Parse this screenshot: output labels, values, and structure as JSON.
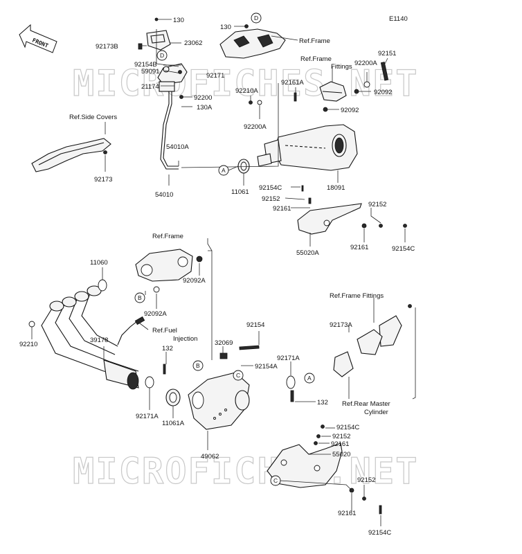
{
  "diagram_code": "E1140",
  "front_label": "FRONT",
  "watermark": "MICROFICHES.NET",
  "ref_callouts": [
    "A",
    "B",
    "C",
    "D"
  ],
  "labels": [
    {
      "id": "130-top",
      "text": "130"
    },
    {
      "id": "92173B",
      "text": "92173B"
    },
    {
      "id": "23062",
      "text": "23062"
    },
    {
      "id": "130-d",
      "text": "130"
    },
    {
      "id": "ref-frame-top",
      "text": "Ref.Frame"
    },
    {
      "id": "92154B",
      "text": "92154B"
    },
    {
      "id": "59091",
      "text": "59091"
    },
    {
      "id": "92171",
      "text": "92171"
    },
    {
      "id": "21174",
      "text": "21174"
    },
    {
      "id": "92200",
      "text": "92200"
    },
    {
      "id": "130A",
      "text": "130A"
    },
    {
      "id": "ref-frame-fittings-1",
      "text": "Ref.Frame"
    },
    {
      "id": "ref-frame-fittings-2",
      "text": "Fittings"
    },
    {
      "id": "92151",
      "text": "92151"
    },
    {
      "id": "92200A-right",
      "text": "92200A"
    },
    {
      "id": "92092-a",
      "text": "92092"
    },
    {
      "id": "92210A",
      "text": "92210A"
    },
    {
      "id": "92161A",
      "text": "92161A"
    },
    {
      "id": "92092-b",
      "text": "92092"
    },
    {
      "id": "92200A-left",
      "text": "92200A"
    },
    {
      "id": "ref-side-covers",
      "text": "Ref.Side Covers"
    },
    {
      "id": "92173",
      "text": "92173"
    },
    {
      "id": "54010A",
      "text": "54010A"
    },
    {
      "id": "54010",
      "text": "54010"
    },
    {
      "id": "11061",
      "text": "11061"
    },
    {
      "id": "18091",
      "text": "18091"
    },
    {
      "id": "92154C-a",
      "text": "92154C"
    },
    {
      "id": "92152-a",
      "text": "92152"
    },
    {
      "id": "92161-a",
      "text": "92161"
    },
    {
      "id": "92152-b",
      "text": "92152"
    },
    {
      "id": "55020A",
      "text": "55020A"
    },
    {
      "id": "92161-b",
      "text": "92161"
    },
    {
      "id": "92154C-b",
      "text": "92154C"
    },
    {
      "id": "ref-frame-mid",
      "text": "Ref.Frame"
    },
    {
      "id": "11060",
      "text": "11060"
    },
    {
      "id": "92092A-a",
      "text": "92092A"
    },
    {
      "id": "92092A-b",
      "text": "92092A"
    },
    {
      "id": "ref-frame-fittings-right",
      "text": "Ref.Frame Fittings"
    },
    {
      "id": "ref-fuel-1",
      "text": "Ref.Fuel"
    },
    {
      "id": "ref-fuel-2",
      "text": "Injection"
    },
    {
      "id": "92154",
      "text": "92154"
    },
    {
      "id": "92173A",
      "text": "92173A"
    },
    {
      "id": "92210",
      "text": "92210"
    },
    {
      "id": "39178",
      "text": "39178"
    },
    {
      "id": "132-a",
      "text": "132"
    },
    {
      "id": "32069",
      "text": "32069"
    },
    {
      "id": "92154A",
      "text": "92154A"
    },
    {
      "id": "92171A-a",
      "text": "92171A"
    },
    {
      "id": "132-b",
      "text": "132"
    },
    {
      "id": "ref-rear-master-1",
      "text": "Ref.Rear Master"
    },
    {
      "id": "ref-rear-master-2",
      "text": "Cylinder"
    },
    {
      "id": "92171A-b",
      "text": "92171A"
    },
    {
      "id": "11061A",
      "text": "11061A"
    },
    {
      "id": "49062",
      "text": "49062"
    },
    {
      "id": "92154C-c",
      "text": "92154C"
    },
    {
      "id": "92152-c",
      "text": "92152"
    },
    {
      "id": "92161-c",
      "text": "92161"
    },
    {
      "id": "55020",
      "text": "55020"
    },
    {
      "id": "92152-d",
      "text": "92152"
    },
    {
      "id": "92161-d",
      "text": "92161"
    },
    {
      "id": "92154C-d",
      "text": "92154C"
    }
  ]
}
